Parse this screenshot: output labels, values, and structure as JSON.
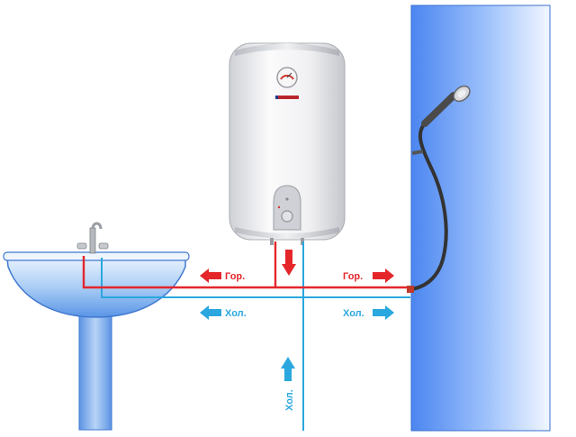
{
  "labels": {
    "hot_left": "Гор.",
    "hot_right": "Гор.",
    "cold_left": "Хол.",
    "cold_right": "Хол.",
    "cold_inlet": "Хол."
  },
  "colors": {
    "hot": "#e4262b",
    "cold": "#2aa7df",
    "wall_light": "#e8f1ff",
    "wall_dark": "#4b86f0",
    "sink": "#7fb3ee",
    "heater": "#e8e8ea",
    "hose": "#333333"
  },
  "icons": {
    "arrow_hot": "arrow-icon",
    "arrow_cold": "arrow-icon",
    "faucet": "faucet-icon",
    "shower": "shower-head-icon"
  }
}
